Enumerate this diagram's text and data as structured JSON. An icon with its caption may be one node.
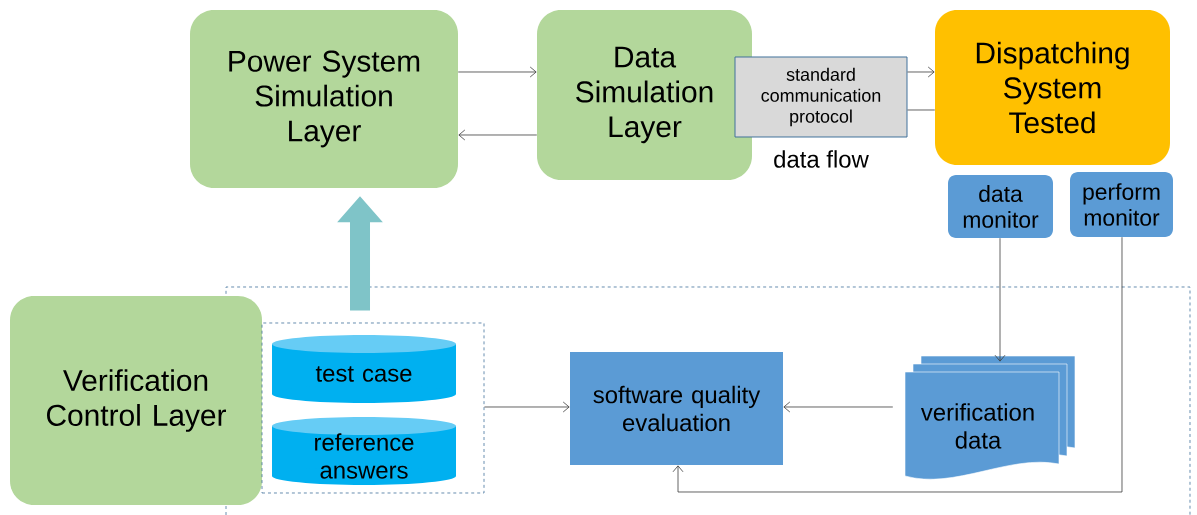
{
  "diagram": {
    "nodes": [
      {
        "text": [
          "Power System Simulation Layer"
        ]
      },
      {
        "text": [
          "Data Simulation Layer"
        ]
      },
      {
        "text": [
          "standard communication protocol"
        ],
        "beside": [
          "data flow"
        ]
      },
      {
        "text": [
          "Dispatching System Tested"
        ]
      },
      {
        "text": [
          "data monitor"
        ]
      },
      {
        "text": [
          "perform monitor"
        ]
      },
      {
        "text": [
          "Verification Control Layer"
        ]
      },
      {
        "text": [],
        "shape": "box"
      },
      {
        "text": [
          "test case"
        ],
        "in": 7
      },
      {
        "text": [
          "reference answers"
        ],
        "in": 7
      },
      {
        "text": [
          "software quality evaluation"
        ]
      },
      {
        "text": [
          "verification data"
        ]
      }
    ],
    "edges": [
      {
        "from": 0,
        "to": 1,
        "arrow": "to"
      },
      {
        "from": 1,
        "to": 0,
        "arrow": "to"
      },
      {
        "from": 2,
        "to": 3,
        "arrow": "to"
      },
      {
        "from": 3,
        "to": 2,
        "arrow": "none"
      },
      {
        "from": 7,
        "to": 0,
        "arrow": "to",
        "style": "thick",
        "color": "#7fc4c8"
      },
      {
        "from": 4,
        "to": 11,
        "arrow": "to"
      },
      {
        "from": 5,
        "to": 10,
        "arrow": "to"
      },
      {
        "from": 7,
        "to": 10,
        "arrow": "to"
      },
      {
        "from": 11,
        "to": 10,
        "arrow": "to"
      }
    ]
  }
}
